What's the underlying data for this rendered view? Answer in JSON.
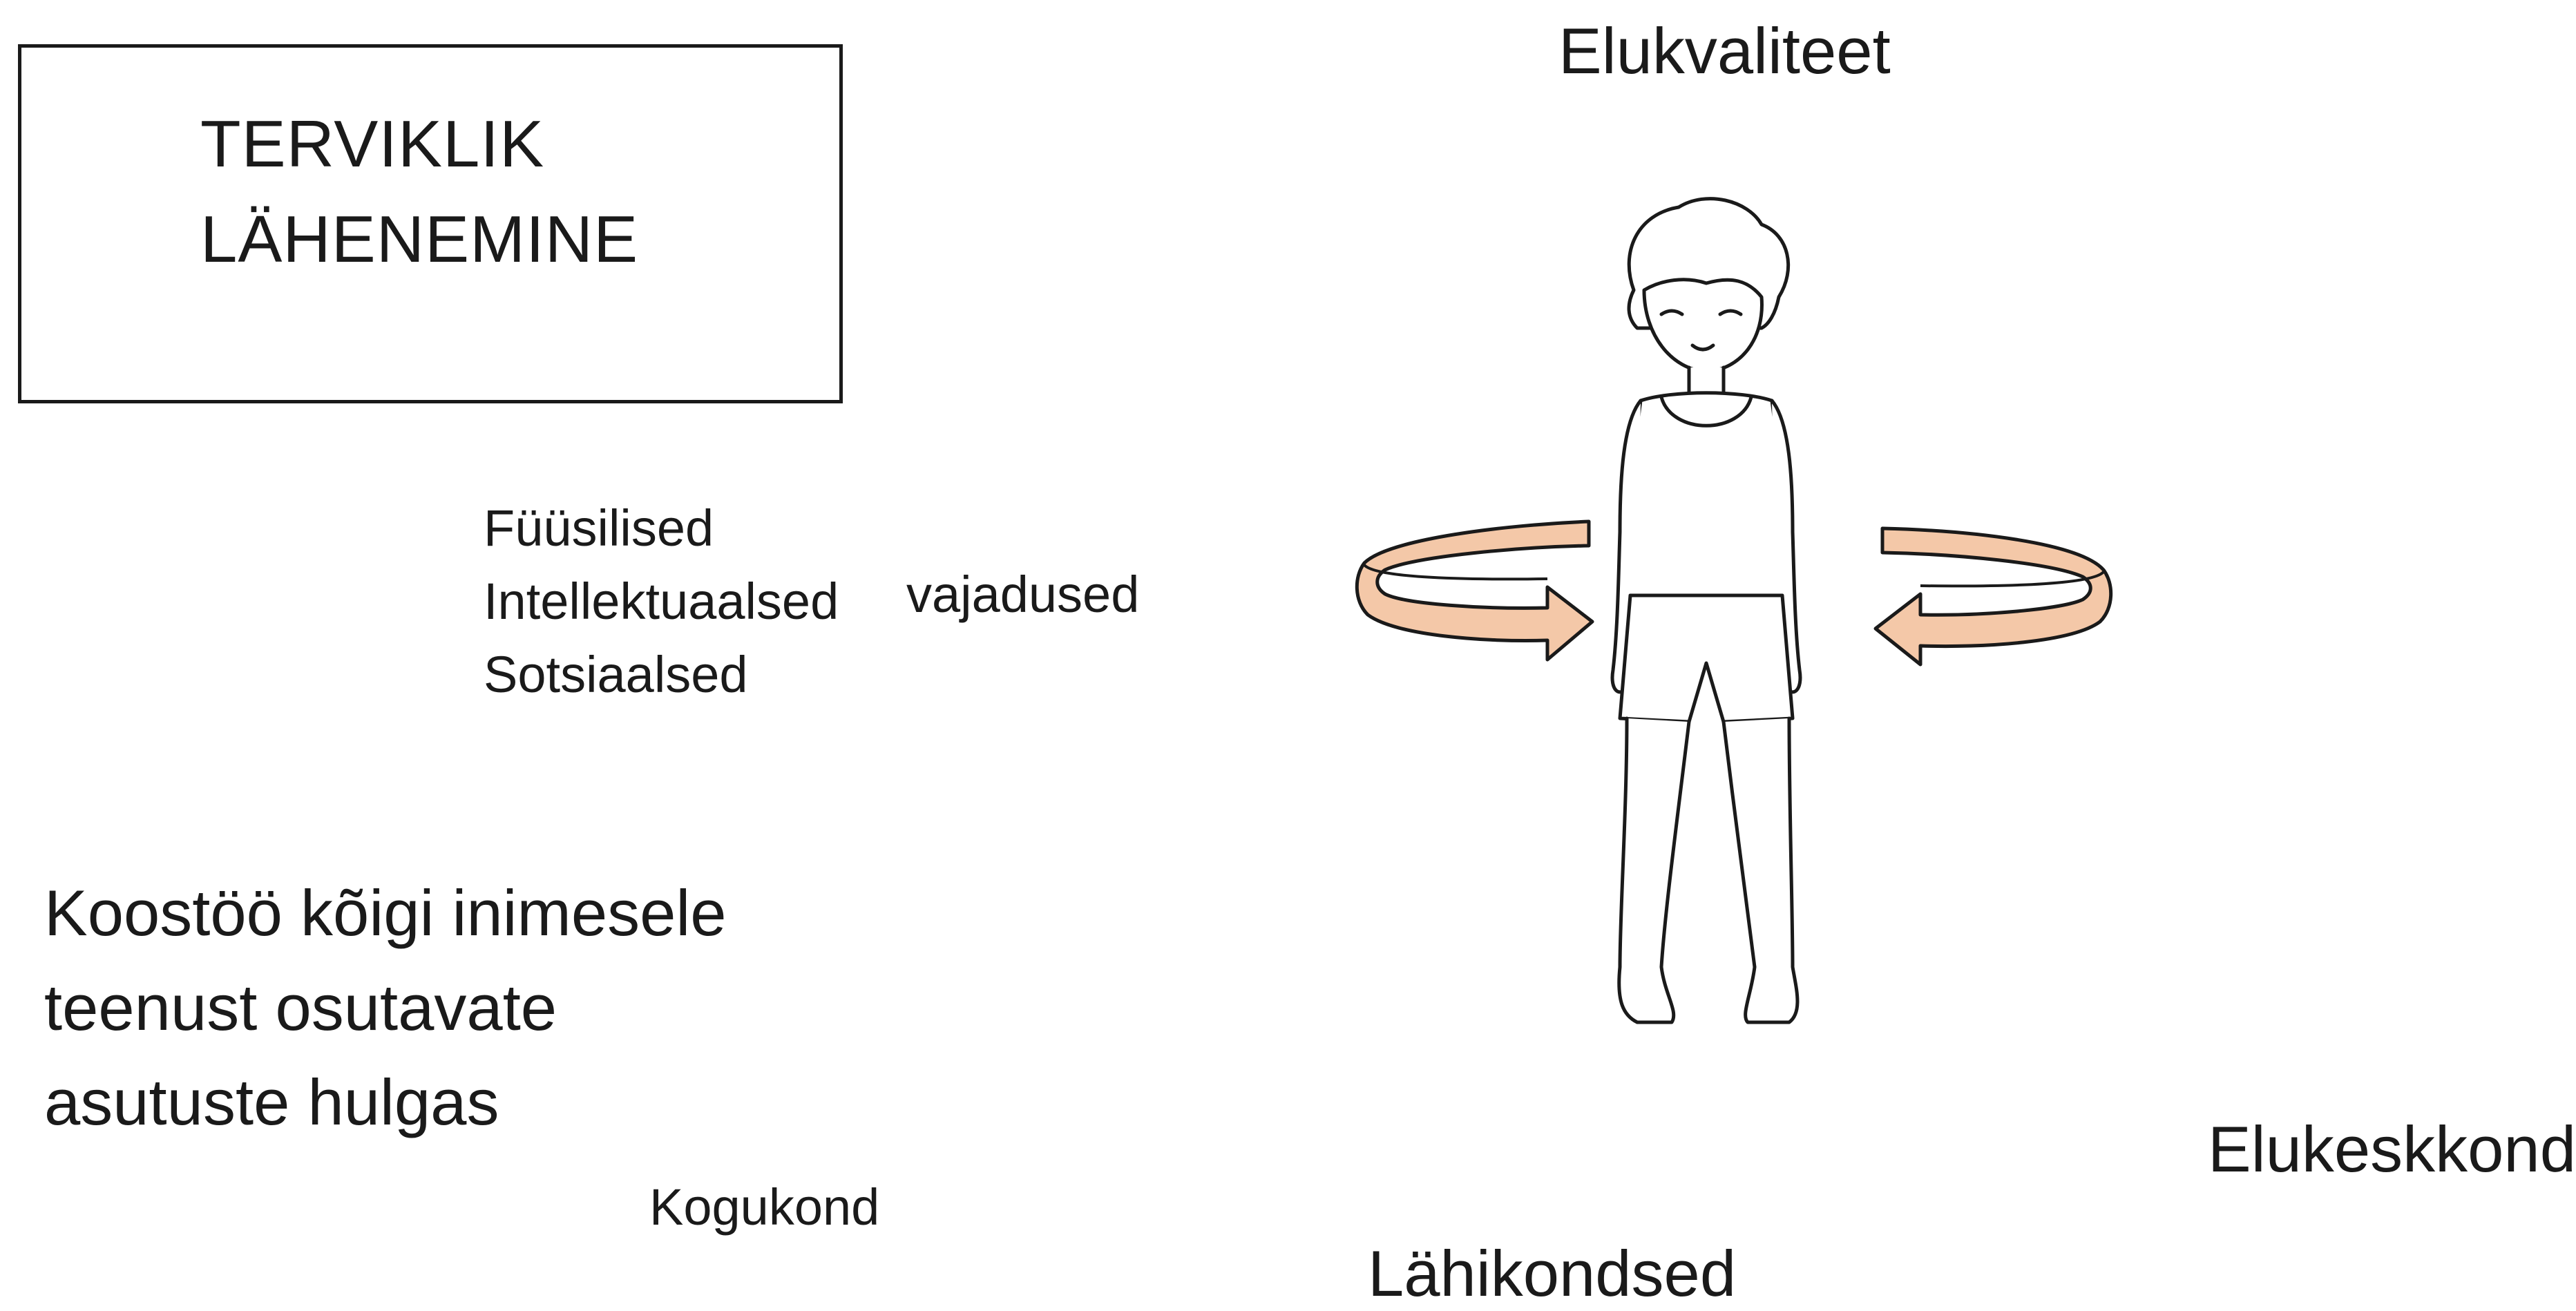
{
  "title_box": {
    "lines": "TERVIKLIK\nLÄHENEMINE"
  },
  "needs": {
    "items": [
      "Füüsilised",
      "Intellektuaalsed",
      "Sotsiaalsed"
    ],
    "suffix": "vajadused"
  },
  "cooperation": {
    "lines": [
      "Koostöö kõigi inimesele",
      "teenust osutavate",
      "asutuste hulgas"
    ]
  },
  "labels": {
    "community": "Kogukond",
    "quality_of_life": "Elukvaliteet",
    "living_environment": "Elukeskkond",
    "relatives": "Lähikondsed"
  },
  "colors": {
    "arrow_fill": "#f4c8a8",
    "outline": "#1a1a1a"
  },
  "icons": {
    "figure": "child-figure-icon",
    "left_arrow": "circular-arrow-left-icon",
    "right_arrow": "circular-arrow-right-icon"
  }
}
